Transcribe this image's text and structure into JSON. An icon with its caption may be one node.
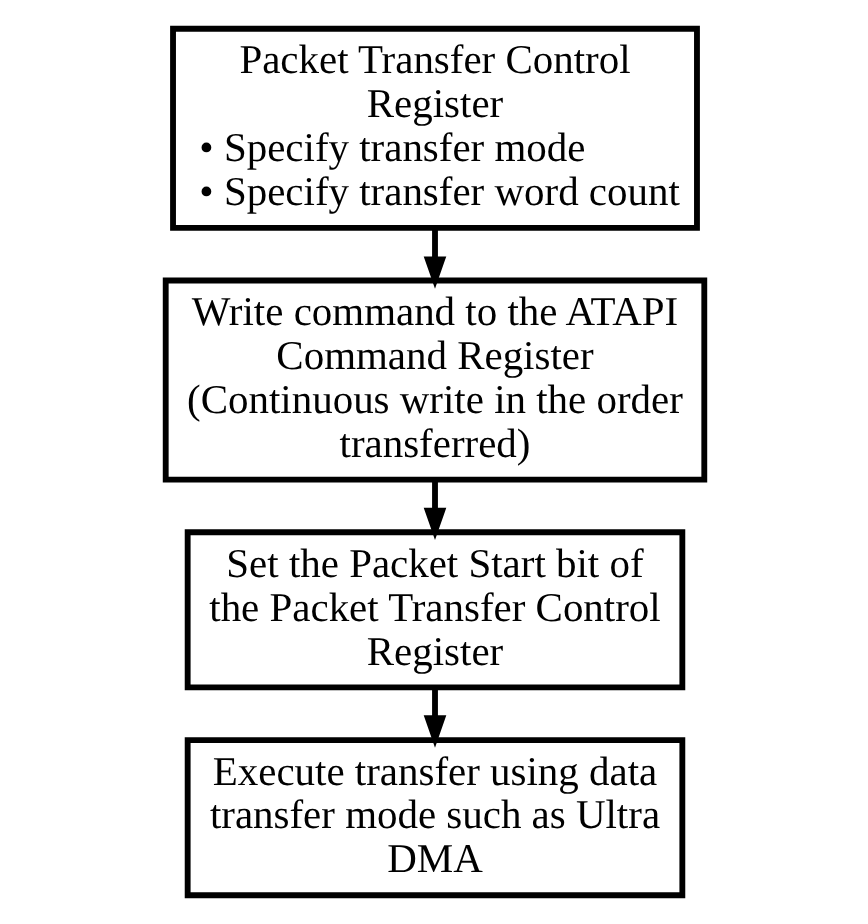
{
  "diagram": {
    "nodes": [
      {
        "text": [
          "Packet Transfer Control Register",
          "• Specify transfer mode",
          "• Specify transfer word count"
        ]
      },
      {
        "text": [
          "Write command to the ATAPI Command Register",
          "(Continuous write in the order transferred)"
        ]
      },
      {
        "text": [
          "Set the Packet Start bit of the Packet Transfer Control Register"
        ]
      },
      {
        "text": [
          "Execute transfer using data transfer mode such as Ultra DMA"
        ]
      }
    ],
    "edges": [
      {
        "from": 0,
        "to": 1,
        "arrow": "to"
      },
      {
        "from": 1,
        "to": 2,
        "arrow": "to"
      },
      {
        "from": 2,
        "to": 3,
        "arrow": "to"
      }
    ]
  }
}
